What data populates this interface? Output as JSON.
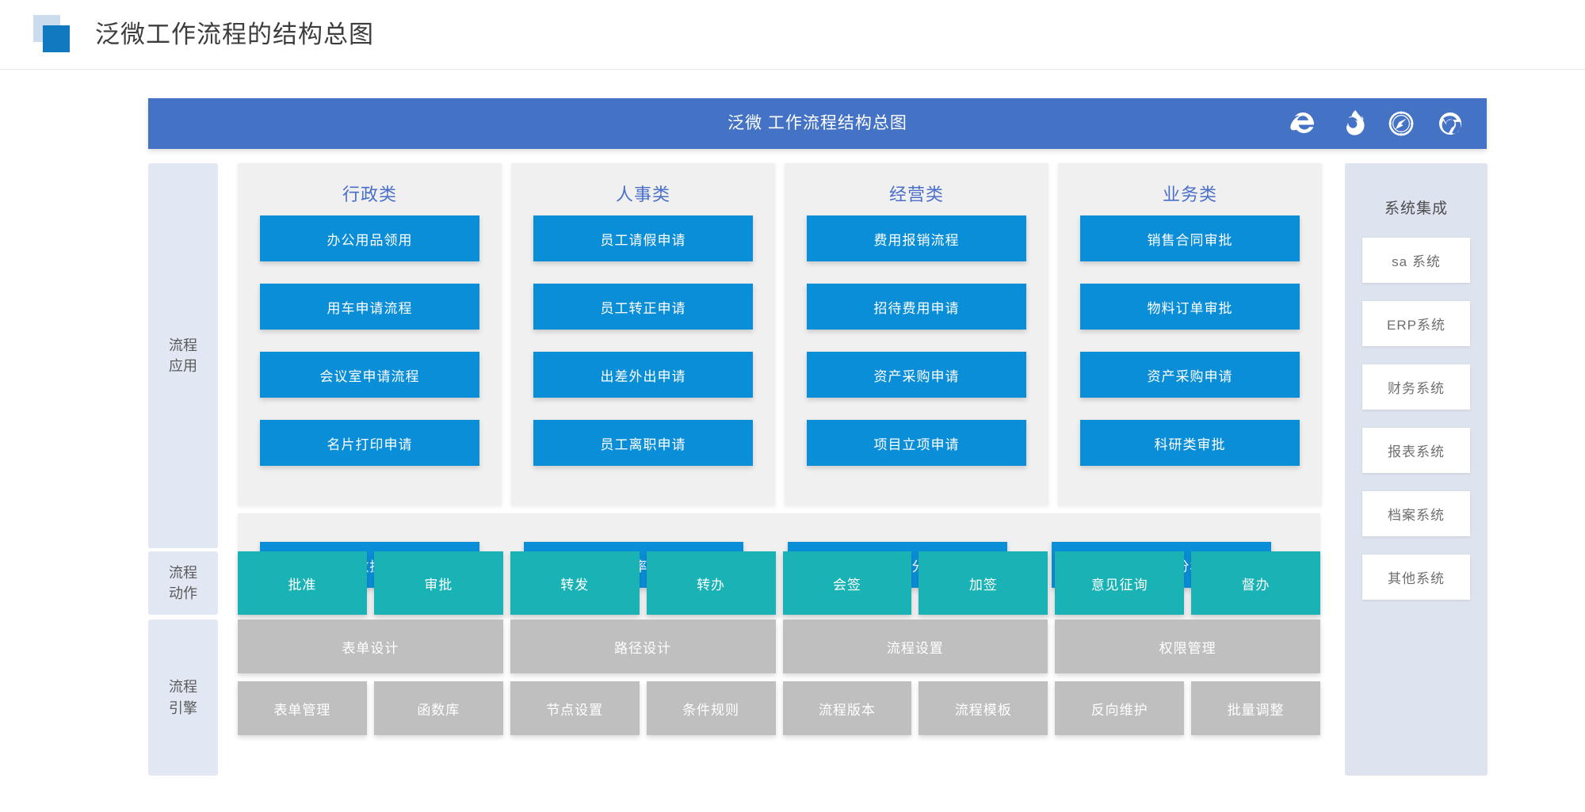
{
  "header": {
    "title": "泛微工作流程的结构总图",
    "logo_color": "#1079bf",
    "logo_back_color": "#ccdcef"
  },
  "title_bar": {
    "text": "泛微 工作流程结构总图",
    "background": "#4472c4",
    "browsers": [
      {
        "name": "internet-explorer-icon",
        "label": "Internet Explorer"
      },
      {
        "name": "firefox-icon",
        "label": "Firefox"
      },
      {
        "name": "safari-icon",
        "label": "Safari"
      },
      {
        "name": "chrome-icon",
        "label": "Chrome"
      }
    ]
  },
  "rails": [
    {
      "label": "流程\n应用",
      "line1": "流程",
      "line2": "应用"
    },
    {
      "label": "流程\n动作",
      "line1": "流程",
      "line2": "动作"
    },
    {
      "label": "流程\n引擎",
      "line1": "流程",
      "line2": "引擎"
    }
  ],
  "categories": [
    {
      "title": "行政类",
      "items": [
        "办公用品领用",
        "用车申请流程",
        "会议室申请流程",
        "名片打印申请"
      ]
    },
    {
      "title": "人事类",
      "items": [
        "员工请假申请",
        "员工转正申请",
        "出差外出申请",
        "员工离职申请"
      ]
    },
    {
      "title": "经营类",
      "items": [
        "费用报销流程",
        "招待费用申请",
        "资产采购申请",
        "项目立项申请"
      ]
    },
    {
      "title": "业务类",
      "items": [
        "销售合同审批",
        "物料订单审批",
        "资产采购申请",
        "科研类审批"
      ]
    }
  ],
  "analytics": [
    "流程数据统计",
    "流程效率分析",
    "流程超时分析",
    "在办流程分析"
  ],
  "actions": [
    "批准",
    "审批",
    "转发",
    "转办",
    "会签",
    "加签",
    "意见征询",
    "督办"
  ],
  "engine_top": [
    "表单设计",
    "路径设计",
    "流程设置",
    "权限管理"
  ],
  "engine_bottom": [
    "表单管理",
    "函数库",
    "节点设置",
    "条件规则",
    "流程版本",
    "流程模板",
    "反向维护",
    "批量调整"
  ],
  "integration": {
    "title": "系统集成",
    "items": [
      "sa 系统",
      "ERP系统",
      "财务系统",
      "报表系统",
      "档案系统",
      "其他系统"
    ]
  },
  "colors": {
    "blue_box": "#0b8ed8",
    "teal_box": "#19b2b5",
    "gray_box": "#bfbfbf",
    "title_bar": "#4472c4",
    "category_title": "#4a6fc9",
    "rail_bg": "#e1e8f3",
    "panel_bg": "#f0f0f0",
    "integration_bg": "#dde4ef"
  }
}
